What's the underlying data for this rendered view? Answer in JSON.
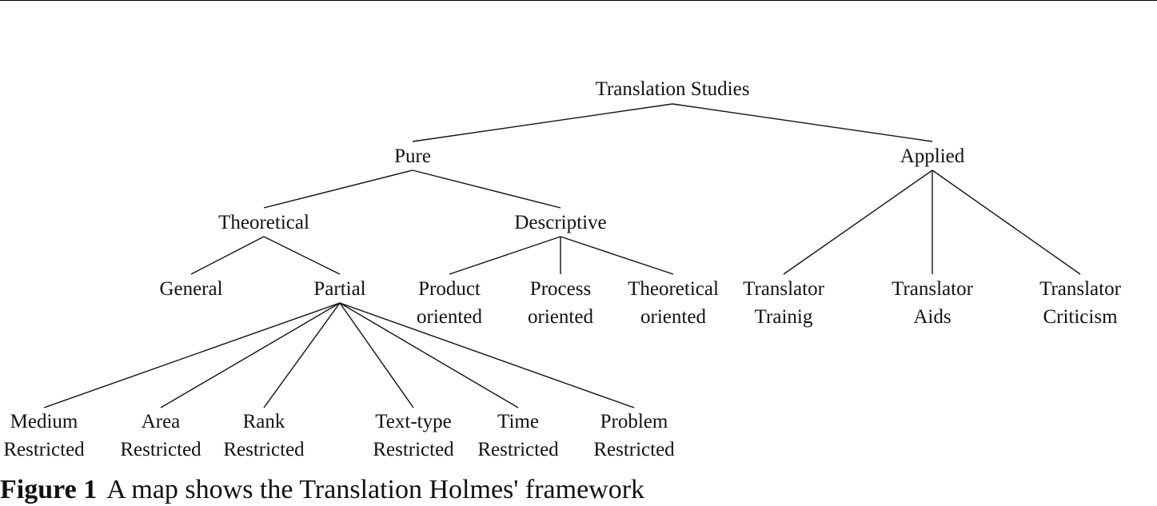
{
  "diagram": {
    "nodes": {
      "root": [
        "Translation Studies"
      ],
      "pure": [
        "Pure"
      ],
      "applied": [
        "Applied"
      ],
      "theoretical": [
        "Theoretical"
      ],
      "descriptive": [
        "Descriptive"
      ],
      "general": [
        "General"
      ],
      "partial": [
        "Partial"
      ],
      "product": [
        "Product",
        "oriented"
      ],
      "process": [
        "Process",
        "oriented"
      ],
      "theo_oriented": [
        "Theoretical",
        "oriented"
      ],
      "trainig": [
        "Translator",
        "Trainig"
      ],
      "aids": [
        "Translator",
        "Aids"
      ],
      "criticism": [
        "Translator",
        "Criticism"
      ],
      "medium": [
        "Medium",
        "Restricted"
      ],
      "area": [
        "Area",
        "Restricted"
      ],
      "rank": [
        "Rank",
        "Restricted"
      ],
      "texttype": [
        "Text-type",
        "Restricted"
      ],
      "time": [
        "Time",
        "Restricted"
      ],
      "problem": [
        "Problem",
        "Restricted"
      ]
    },
    "edges": [
      [
        "root",
        "pure"
      ],
      [
        "root",
        "applied"
      ],
      [
        "pure",
        "theoretical"
      ],
      [
        "pure",
        "descriptive"
      ],
      [
        "theoretical",
        "general"
      ],
      [
        "theoretical",
        "partial"
      ],
      [
        "descriptive",
        "product"
      ],
      [
        "descriptive",
        "process"
      ],
      [
        "descriptive",
        "theo_oriented"
      ],
      [
        "applied",
        "trainig"
      ],
      [
        "applied",
        "aids"
      ],
      [
        "applied",
        "criticism"
      ],
      [
        "partial",
        "medium"
      ],
      [
        "partial",
        "area"
      ],
      [
        "partial",
        "rank"
      ],
      [
        "partial",
        "texttype"
      ],
      [
        "partial",
        "time"
      ],
      [
        "partial",
        "problem"
      ]
    ],
    "line_color": "#111111"
  },
  "caption": {
    "label": "Figure 1",
    "text": "A map shows the Translation Holmes' framework"
  }
}
